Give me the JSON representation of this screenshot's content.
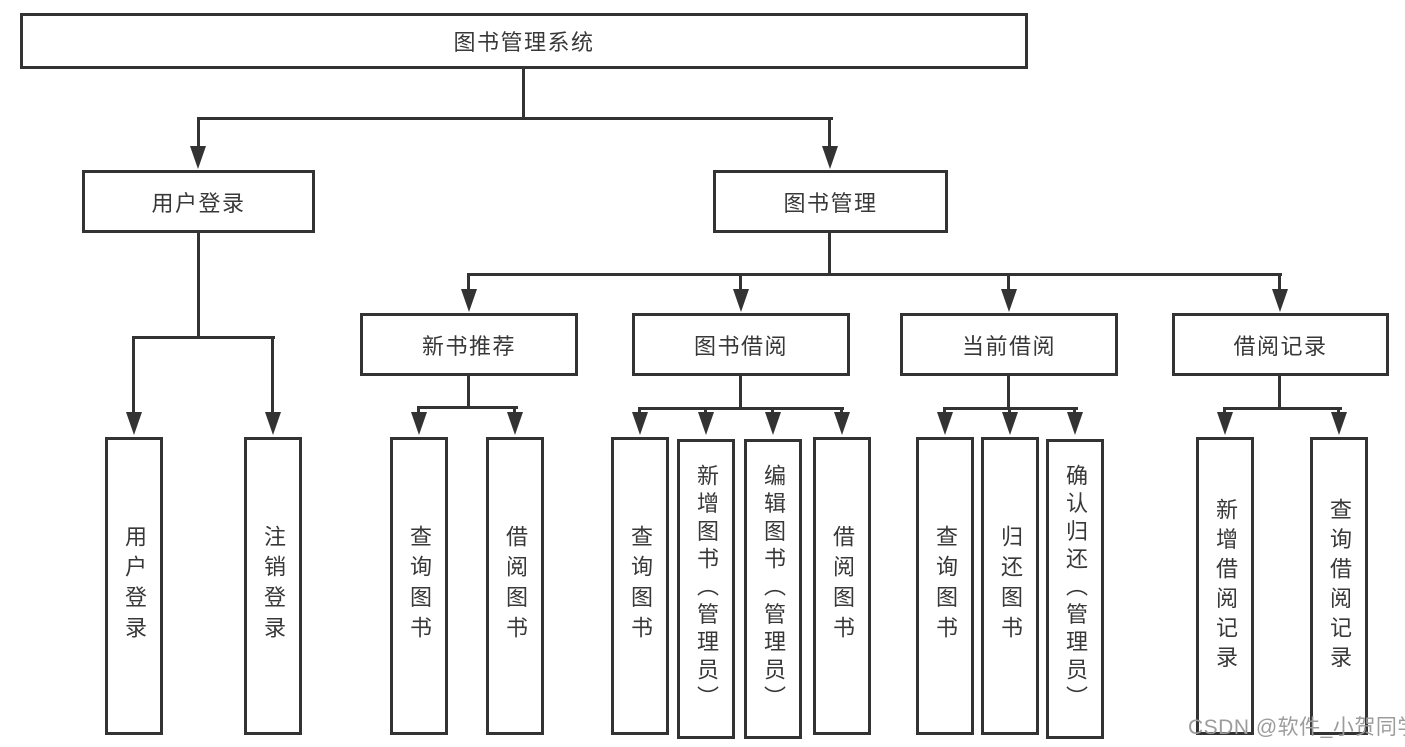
{
  "diagram": {
    "root": {
      "label": "图书管理系统",
      "children": [
        {
          "label": "用户登录",
          "children": [
            {
              "label": "用户登录"
            },
            {
              "label": "注销登录"
            }
          ]
        },
        {
          "label": "图书管理",
          "children": [
            {
              "label": "新书推荐",
              "children": [
                {
                  "label": "查询图书"
                },
                {
                  "label": "借阅图书"
                }
              ]
            },
            {
              "label": "图书借阅",
              "children": [
                {
                  "label": "查询图书"
                },
                {
                  "label": "新增图书（管理员）"
                },
                {
                  "label": "编辑图书（管理员）"
                },
                {
                  "label": "借阅图书"
                }
              ]
            },
            {
              "label": "当前借阅",
              "children": [
                {
                  "label": "查询图书"
                },
                {
                  "label": "归还图书"
                },
                {
                  "label": "确认归还（管理员）"
                }
              ]
            },
            {
              "label": "借阅记录",
              "children": [
                {
                  "label": "新增借阅记录"
                },
                {
                  "label": "查询借阅记录"
                }
              ]
            }
          ]
        }
      ]
    }
  },
  "watermark": {
    "text": "CSDN @软件_小贺同学"
  },
  "colors": {
    "line": "#333333",
    "text": "#383838",
    "background": "#ffffff",
    "watermark": "#9c9c9c"
  }
}
